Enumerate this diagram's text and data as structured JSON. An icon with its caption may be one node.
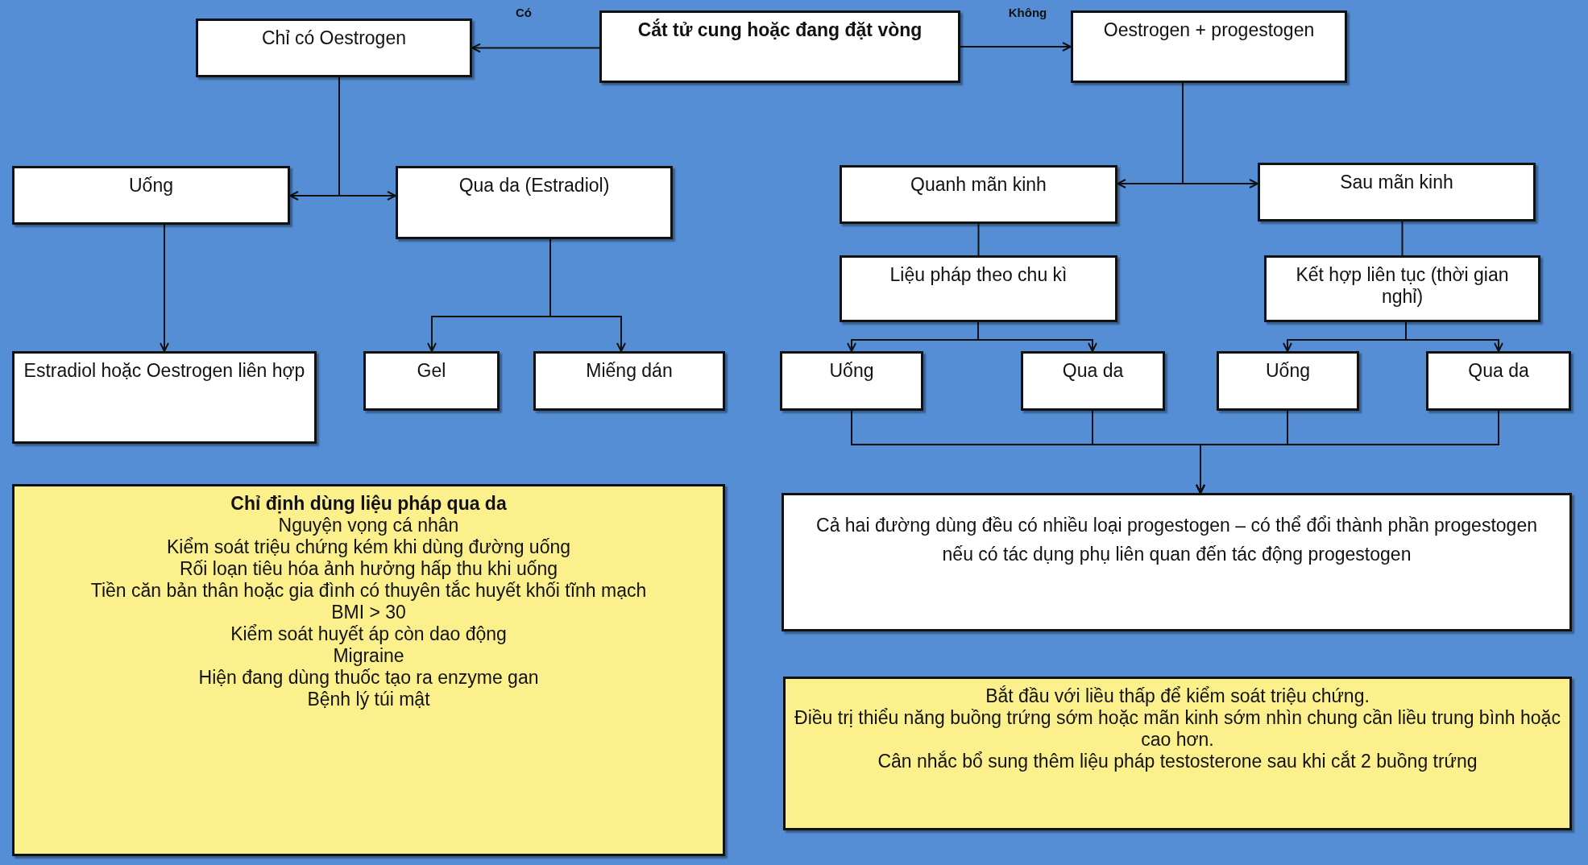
{
  "diagram": {
    "nodes": [
      {
        "text": [
          "Cắt tử cung hoặc đang đặt vòng"
        ]
      },
      {
        "text": [
          "Chỉ có Oestrogen"
        ]
      },
      {
        "text": [
          "Oestrogen + progestogen"
        ]
      },
      {
        "text": [
          "Uống"
        ]
      },
      {
        "text": [
          "Qua da (Estradiol)"
        ]
      },
      {
        "text": [
          "Quanh mãn kinh"
        ]
      },
      {
        "text": [
          "Sau mãn kinh"
        ]
      },
      {
        "text": [
          "Estradiol hoặc Oestrogen liên hợp"
        ]
      },
      {
        "text": [
          "Gel"
        ]
      },
      {
        "text": [
          "Miếng dán"
        ]
      },
      {
        "text": [
          "Liệu pháp theo chu kì"
        ]
      },
      {
        "text": [
          "Kết hợp liên tục (thời gian nghỉ)"
        ]
      },
      {
        "text": [
          "Uống"
        ]
      },
      {
        "text": [
          "Qua da"
        ]
      },
      {
        "text": [
          "Uống"
        ]
      },
      {
        "text": [
          "Qua da"
        ]
      },
      {
        "text": [
          "Chỉ định dùng liệu pháp qua da",
          "Nguyện vọng cá nhân",
          "Kiểm soát triệu chứng kém khi dùng đường uống",
          "Rối loạn tiêu hóa ảnh hưởng hấp thu khi uống",
          "Tiền căn bản thân hoặc gia đình có thuyên tắc huyết khối tĩnh mạch",
          "BMI > 30",
          "Kiểm soát huyết áp còn dao động",
          "Migraine",
          "Hiện đang dùng thuốc tạo ra enzyme gan",
          "Bệnh lý túi mật"
        ]
      },
      {
        "text": [
          "Cả hai đường dùng đều có nhiều loại progestogen – có thể đổi thành phần progestogen nếu có tác dụng phụ liên quan đến tác động progestogen"
        ]
      },
      {
        "text": [
          "Bắt đầu với liều thấp để kiểm soát triệu chứng.",
          "Điều trị thiểu năng buồng trứng sớm hoặc mãn kinh sớm nhìn chung cần liều trung bình hoặc cao hơn.",
          "Cân nhắc bổ sung thêm liệu pháp testosterone sau khi cắt 2 buồng trứng"
        ]
      }
    ],
    "edges": [
      {
        "from": 0,
        "to": 1,
        "arrow": "to",
        "label": "Có"
      },
      {
        "from": 0,
        "to": 2,
        "arrow": "to",
        "label": "Không"
      },
      {
        "from": 1,
        "to": 3,
        "arrow": "to"
      },
      {
        "from": 1,
        "to": 4,
        "arrow": "to"
      },
      {
        "from": 2,
        "to": 5,
        "arrow": "to"
      },
      {
        "from": 2,
        "to": 6,
        "arrow": "to"
      },
      {
        "from": 3,
        "to": 7,
        "arrow": "to"
      },
      {
        "from": 4,
        "to": 8,
        "arrow": "to"
      },
      {
        "from": 4,
        "to": 9,
        "arrow": "to"
      },
      {
        "from": 5,
        "to": 10,
        "arrow": "none"
      },
      {
        "from": 6,
        "to": 11,
        "arrow": "none"
      },
      {
        "from": 10,
        "to": 12,
        "arrow": "to"
      },
      {
        "from": 10,
        "to": 13,
        "arrow": "to"
      },
      {
        "from": 11,
        "to": 14,
        "arrow": "to"
      },
      {
        "from": 11,
        "to": 15,
        "arrow": "to"
      },
      {
        "from": 12,
        "to": 17,
        "arrow": "to"
      },
      {
        "from": 13,
        "to": 17,
        "arrow": "to"
      },
      {
        "from": 14,
        "to": 17,
        "arrow": "to"
      },
      {
        "from": 15,
        "to": 17,
        "arrow": "to"
      }
    ]
  }
}
